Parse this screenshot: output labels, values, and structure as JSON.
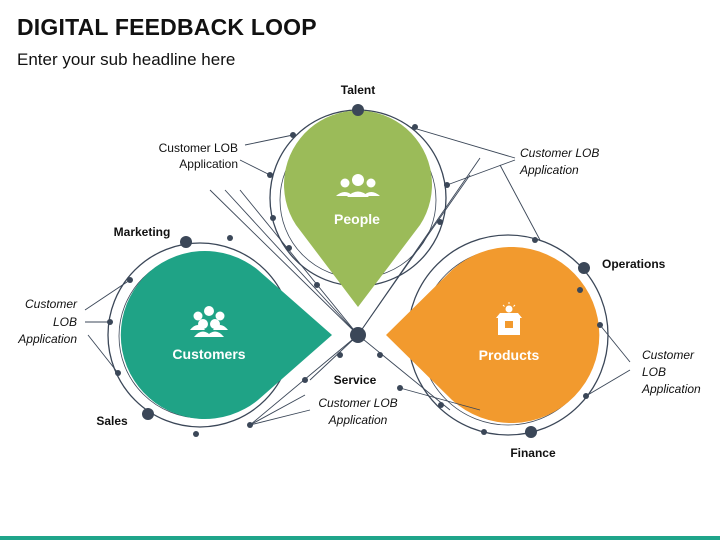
{
  "header": {
    "title": "DIGITAL FEEDBACK LOOP",
    "subtitle": "Enter your sub headline here"
  },
  "petals": [
    {
      "id": "people",
      "label": "People",
      "color": "#9bbb59",
      "icon": "people-group-icon"
    },
    {
      "id": "customers",
      "label": "Customers",
      "color": "#1fa386",
      "icon": "customers-group-icon"
    },
    {
      "id": "products",
      "label": "Products",
      "color": "#f29a2e",
      "icon": "product-box-icon"
    }
  ],
  "nodes": {
    "talent": "Talent",
    "marketing": "Marketing",
    "sales": "Sales",
    "operations": "Operations",
    "finance": "Finance",
    "service": "Service"
  },
  "callouts": {
    "top_left": [
      "Customer LOB",
      "Application"
    ],
    "top_right": [
      "Customer LOB",
      "Application"
    ],
    "left": [
      "Customer",
      "LOB",
      "Application"
    ],
    "right": [
      "Customer",
      "LOB",
      "Application"
    ],
    "bottom": [
      "Customer LOB",
      "Application"
    ]
  },
  "colors": {
    "ring": "#3b4758",
    "node": "#3b4758",
    "accent_bar": "#1fa58a"
  }
}
